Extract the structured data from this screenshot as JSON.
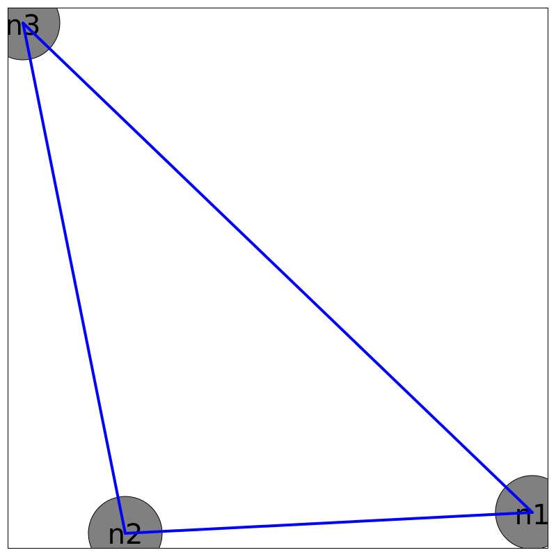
{
  "diagram": {
    "node_fill": "#808080",
    "node_stroke": "#000000",
    "edge_color": "#0000ff",
    "frame_color": "#000000",
    "background": "#ffffff",
    "nodes": [
      {
        "id": "n1",
        "label": "n1"
      },
      {
        "id": "n2",
        "label": "n2"
      },
      {
        "id": "n3",
        "label": "n3"
      }
    ],
    "edges": [
      {
        "from": "n3",
        "to": "n1"
      },
      {
        "from": "n3",
        "to": "n2"
      },
      {
        "from": "n2",
        "to": "n1"
      }
    ]
  }
}
